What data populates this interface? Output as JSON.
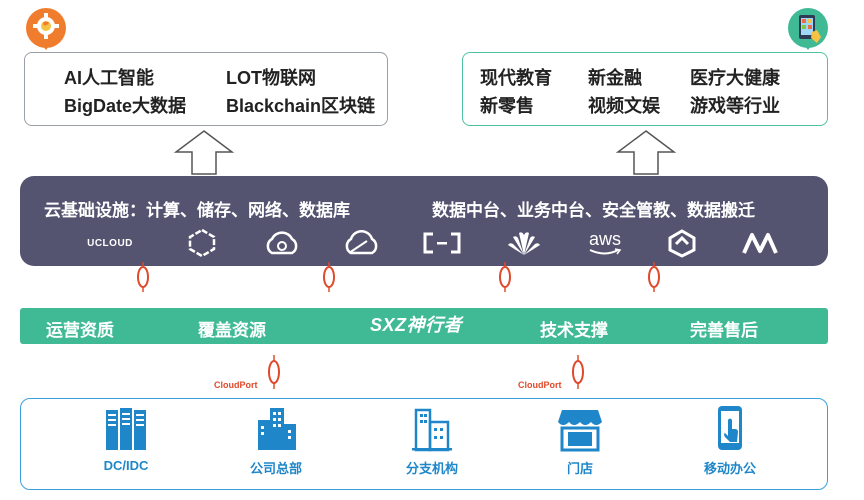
{
  "top_left": {
    "items": [
      "AI人工智能",
      "LOT物联网",
      "BigDate大数据",
      "Blackchain区块链"
    ]
  },
  "top_right": {
    "items": [
      "现代教育",
      "新金融",
      "医疗大健康",
      "新零售",
      "视频文娱",
      "游戏等行业"
    ]
  },
  "cloud": {
    "title_left": "云基础设施：计算、储存、网络、数据库",
    "title_right": "数据中台、业务中台、安全管教、数据搬迁",
    "vendors": [
      {
        "name": "ucloud-logo",
        "text": "UCLOUD"
      },
      {
        "name": "qingcloud-logo"
      },
      {
        "name": "baidu-cloud-logo"
      },
      {
        "name": "tencent-cloud-logo"
      },
      {
        "name": "aliyun-logo"
      },
      {
        "name": "huawei-logo"
      },
      {
        "name": "aws-logo",
        "text": "aws"
      },
      {
        "name": "jd-cloud-logo"
      },
      {
        "name": "kingsoft-cloud-logo"
      }
    ]
  },
  "services": {
    "items": [
      "运营资质",
      "覆盖资源",
      "技术支撑",
      "完善售后"
    ],
    "brand": "SXZ神行者"
  },
  "cloudport": {
    "label": "CloudPort"
  },
  "locations": {
    "items": [
      "DC/IDC",
      "公司总部",
      "分支机构",
      "门店",
      "移动办公"
    ]
  },
  "colors": {
    "dark_bar": "#545470",
    "green_bar": "#3fba95",
    "blue": "#1f87c9",
    "connector": "#e04a2a"
  }
}
